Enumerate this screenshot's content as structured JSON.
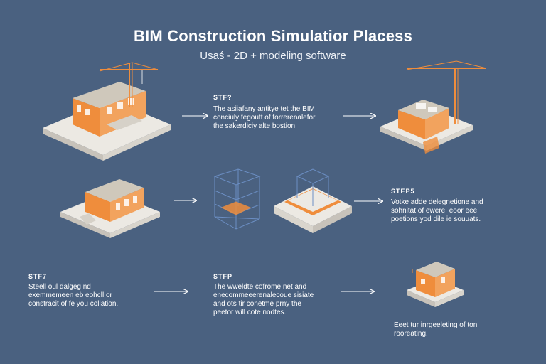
{
  "header": {
    "title": "BIM Construction Simulatior Placess",
    "subtitle": "Usaś - 2D + modeling software"
  },
  "steps": [
    {
      "label": "STF?",
      "text": "The asiiafany antitye tet the BIM\nconciuly fegoutt of forrerenalefor\nthe sakerdiciy alte bostion."
    },
    {
      "label": "STEP5",
      "text": "Votke adde delegnetione and\nsohnitat of ewere, eoor eee\npoetions yod dile ie souuats."
    },
    {
      "label": "STF7",
      "text": "Steell oul dalgeg nd\nexemmemeen eb eohcll or\nconstracit of fe you collation."
    },
    {
      "label": "STFP",
      "text": "The  wweldte cofrome net and\nenecommeeerenalecoue sisiate\nand ots tir conetme prny the\npeetor will cote nodtes."
    }
  ],
  "final_caption": "Eeet tur inrgeeleting of ton\nrooreating.",
  "colors": {
    "background": "#4a6180",
    "accent_orange": "#ef8d3c",
    "building_gray": "#c9c3b8",
    "base_white": "#ece9e3",
    "wireframe_blue": "#3f6aa8"
  }
}
